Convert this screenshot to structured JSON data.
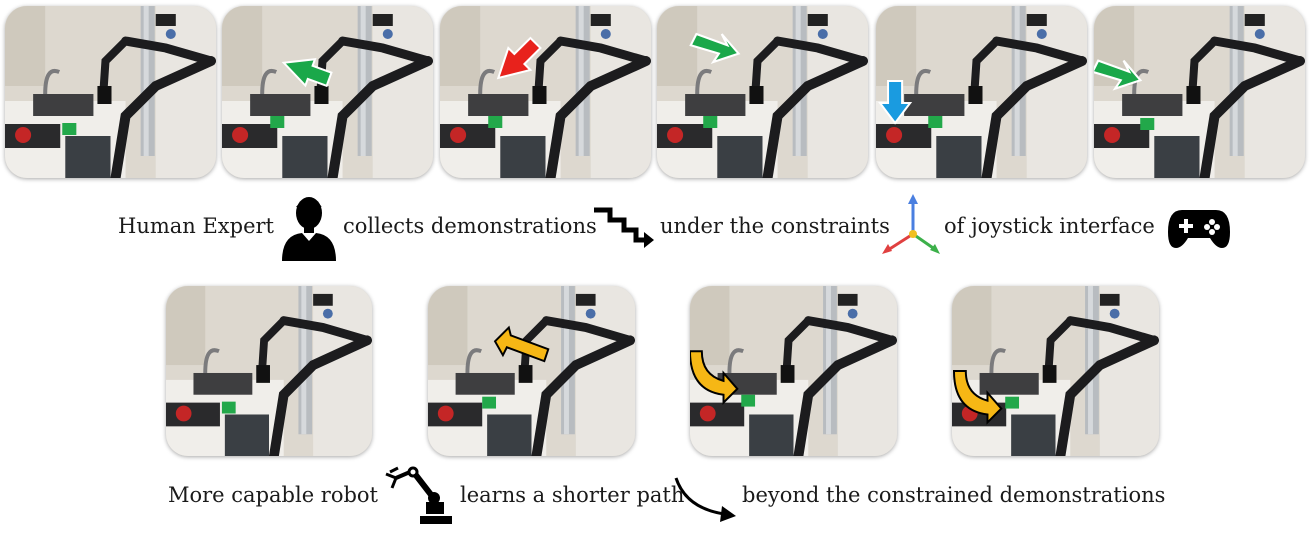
{
  "top_row": {
    "captions": {
      "c1": "Human Expert",
      "c2": "collects demonstrations",
      "c3": "under the constraints",
      "c4": "of joystick interface"
    },
    "frames": [
      {
        "arrow": "none"
      },
      {
        "arrow": "green-left"
      },
      {
        "arrow": "red-down-left"
      },
      {
        "arrow": "green-down-right"
      },
      {
        "arrow": "blue-down"
      },
      {
        "arrow": "green-down-right"
      }
    ]
  },
  "bottom_row": {
    "captions": {
      "c1": "More capable robot",
      "c2": "learns a shorter path",
      "c3": "beyond the constrained demonstrations"
    },
    "frames": [
      {
        "arrow": "none"
      },
      {
        "arrow": "yellow-up-left"
      },
      {
        "arrow": "yellow-curved"
      },
      {
        "arrow": "yellow-curved"
      }
    ]
  },
  "icons": [
    "person-icon",
    "staircase-path-icon",
    "axes-icon",
    "gamepad-icon",
    "robot-arm-icon",
    "curved-path-icon"
  ],
  "colors": {
    "green_arrow": "#1aa84a",
    "red_arrow": "#e8221c",
    "blue_arrow": "#1a9be0",
    "yellow_arrow": "#f6b715"
  }
}
